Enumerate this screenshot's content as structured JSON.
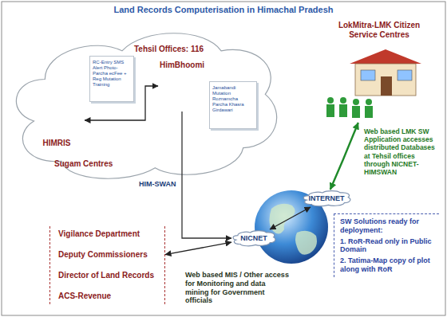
{
  "diagram": {
    "title": "Land Records Computerisation in Himachal Pradesh",
    "nodes": [
      {
        "text": [
          "Tehsil Offices: 116",
          "Sugam Centres"
        ]
      },
      {
        "text": [
          "RC-Entry SMS Alert Photo-Parcha ecFee + Reg Mutation Training"
        ],
        "in": 0
      },
      {
        "text": [
          "HIMRIS"
        ],
        "in": 0
      },
      {
        "text": [
          "HimBhoomi"
        ],
        "in": 0
      },
      {
        "text": [
          "Jamabandi Mutation Roznamcha Parcha Khasra Girdawari"
        ],
        "in": 0
      },
      {
        "text": [
          "LokMitra-LMK Citizen Service Centres"
        ]
      },
      {
        "text": [
          "INTERNET"
        ]
      },
      {
        "text": [
          "NICNET"
        ]
      },
      {
        "text": [
          "Vigilance Department",
          "Deputy Commissioners",
          "Director of Land Records",
          "ACS-Revenue"
        ]
      },
      {
        "text": [
          "SW Solutions ready for deployment:",
          "1. RoR-Read only in Public Domain",
          "2. Tatima-Map copy of plot along with RoR"
        ]
      }
    ],
    "edges": [
      {
        "from": 2,
        "to": 3,
        "arrow": "both"
      },
      {
        "from": 3,
        "to": 7,
        "label": "HIM-SWAN",
        "arrow": "to"
      },
      {
        "from": 5,
        "to": 6,
        "label": "Web based LMK SW Application accesses distributed Databases at Tehsil offices through NICNET-HIMSWAN",
        "arrow": "both"
      },
      {
        "from": 6,
        "to": 7,
        "arrow": "both"
      },
      {
        "from": 8,
        "to": 7,
        "label": "Web based MIS / Other access for Monitoring and data mining for Government officials",
        "arrow": "both"
      }
    ]
  }
}
